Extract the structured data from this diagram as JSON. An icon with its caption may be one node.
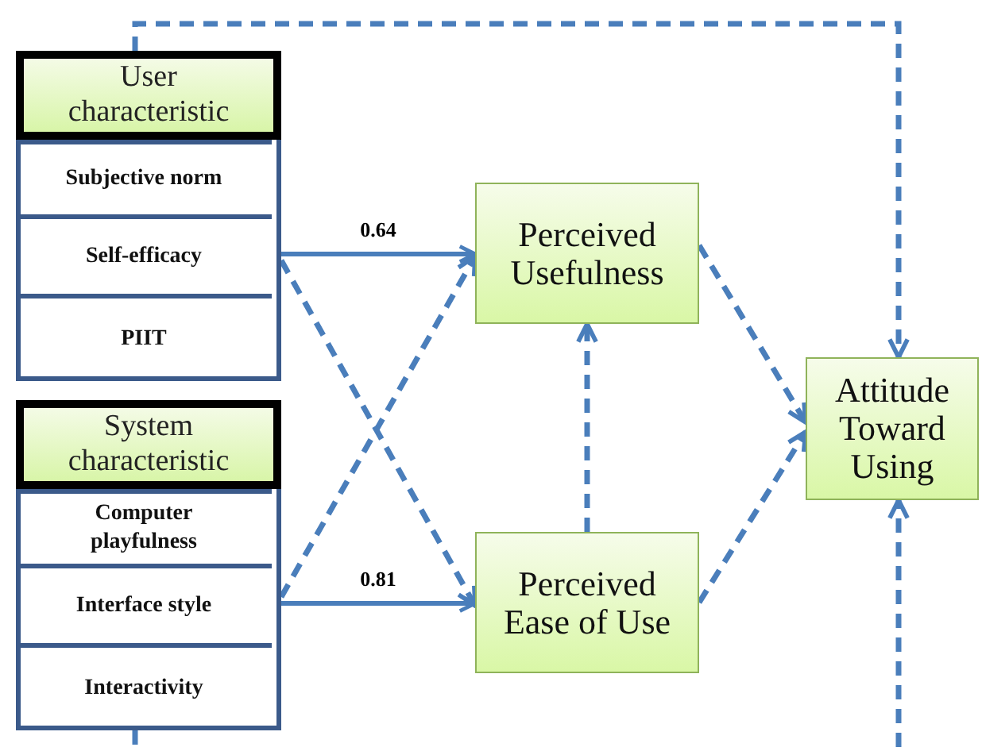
{
  "diagram": {
    "nodes": [
      {
        "text": [
          "User characteristic"
        ]
      },
      {
        "text": [
          "Subjective norm"
        ],
        "in": 0
      },
      {
        "text": [
          "Self-efficacy"
        ],
        "in": 0
      },
      {
        "text": [
          "PIIT"
        ],
        "in": 0
      },
      {
        "text": [
          "System characteristic"
        ]
      },
      {
        "text": [
          "Computer playfulness"
        ],
        "in": 4
      },
      {
        "text": [
          "Interface style"
        ],
        "in": 4
      },
      {
        "text": [
          "Interactivity"
        ],
        "in": 4
      },
      {
        "text": [
          "Perceived Usefulness"
        ]
      },
      {
        "text": [
          "Perceived Ease of Use"
        ]
      },
      {
        "text": [
          "Attitude Toward Using"
        ]
      }
    ],
    "edges": [
      {
        "from": 2,
        "to": 8,
        "arrow": "to",
        "label": "0.64"
      },
      {
        "from": 2,
        "to": 9,
        "arrow": "to",
        "style": "dashed"
      },
      {
        "from": 6,
        "to": 8,
        "arrow": "to",
        "style": "dashed"
      },
      {
        "from": 6,
        "to": 9,
        "arrow": "to",
        "label": "0.81"
      },
      {
        "from": 8,
        "to": 10,
        "arrow": "to",
        "style": "dashed"
      },
      {
        "from": 9,
        "to": 10,
        "arrow": "to",
        "style": "dashed"
      },
      {
        "from": 9,
        "to": 8,
        "arrow": "to",
        "style": "dashed"
      },
      {
        "from": 0,
        "to": 10,
        "arrow": "to",
        "style": "dashed"
      },
      {
        "from": 4,
        "to": 10,
        "arrow": "to",
        "style": "dashed"
      }
    ]
  }
}
